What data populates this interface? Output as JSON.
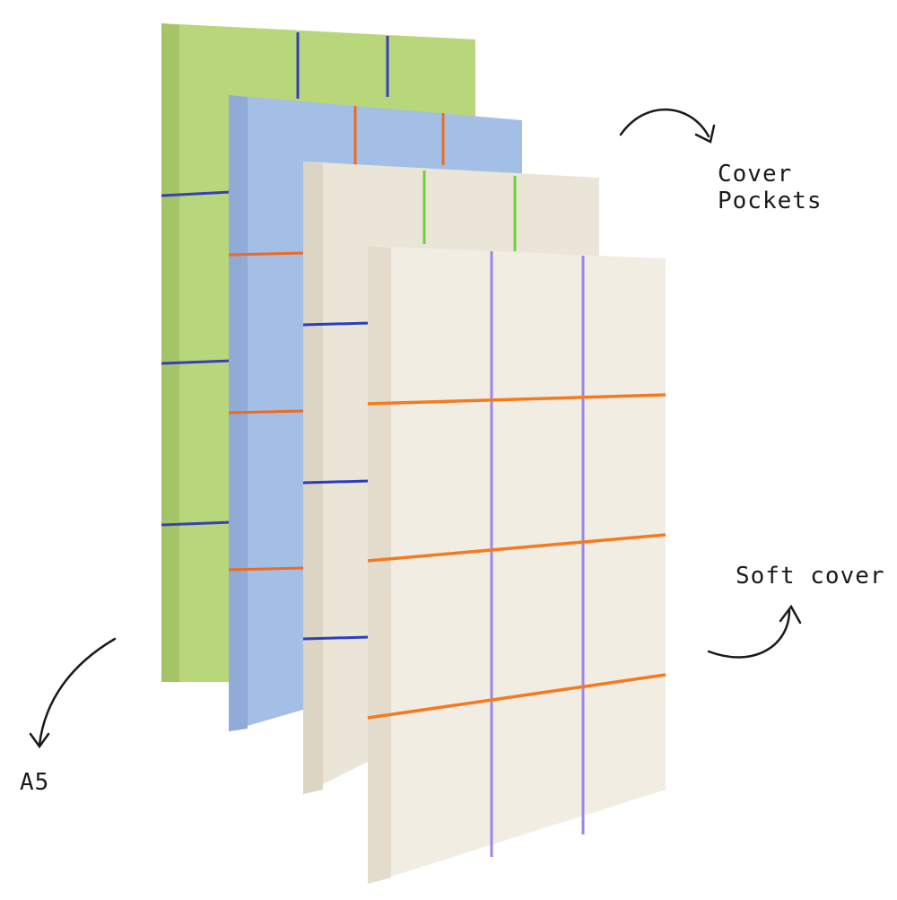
{
  "labels": {
    "cover_pockets_line1": "Cover",
    "cover_pockets_line2": "Pockets",
    "soft_cover": "Soft cover",
    "size": "A5"
  },
  "notebooks": [
    {
      "name": "green",
      "cover": "#b8d67a",
      "spine": "#a9c96c",
      "vline": "#3a3fb8",
      "hline": "#3a3fb8"
    },
    {
      "name": "blue",
      "cover": "#a3bfe6",
      "spine": "#95b1d9",
      "vline": "#f06a1e",
      "hline": "#f06a1e"
    },
    {
      "name": "cream-back",
      "cover": "#ebe5d8",
      "spine": "#e0d9ca",
      "vline": "#6cd23a",
      "hline": "#2a3ec0"
    },
    {
      "name": "cream-front",
      "cover": "#f1ede3",
      "spine": "#e6e0d2",
      "vline": "#9b86e6",
      "hline": "#f57a1e"
    }
  ],
  "colors": {
    "ink": "#1a1a1a",
    "background": "#ffffff"
  }
}
